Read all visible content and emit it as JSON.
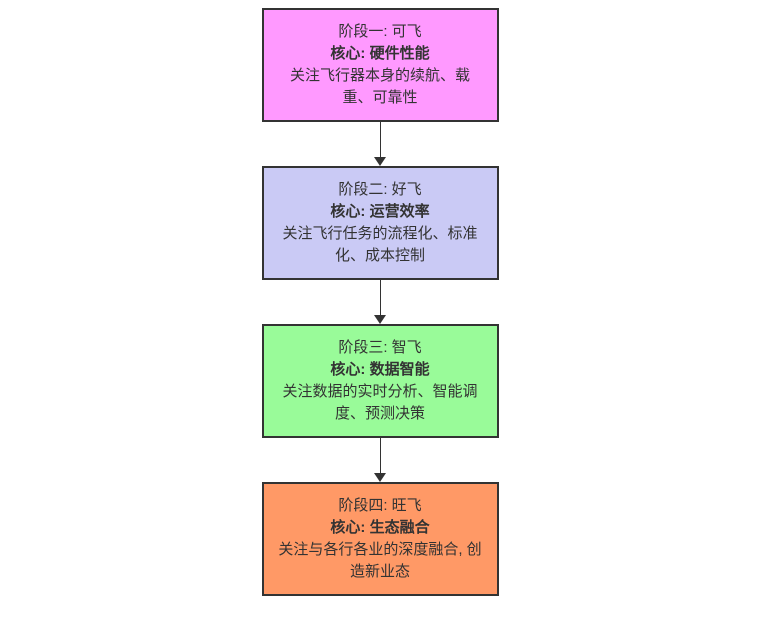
{
  "page": {
    "background_color": "#ffffff"
  },
  "flowchart": {
    "text_color": "#333333",
    "border_color": "#333333",
    "arrow_color": "#333333",
    "stages": [
      {
        "id": "stage-1",
        "title": "阶段一: 可飞",
        "core": "核心: 硬件性能",
        "description": "关注飞行器本身的续航、载重、可靠性",
        "bg_color": "#ff99ff"
      },
      {
        "id": "stage-2",
        "title": "阶段二: 好飞",
        "core": "核心: 运营效率",
        "description": "关注飞行任务的流程化、标准化、成本控制",
        "bg_color": "#cacaf5"
      },
      {
        "id": "stage-3",
        "title": "阶段三: 智飞",
        "core": "核心: 数据智能",
        "description": "关注数据的实时分析、智能调度、预测决策",
        "bg_color": "#99fb99"
      },
      {
        "id": "stage-4",
        "title": "阶段四: 旺飞",
        "core": "核心: 生态融合",
        "description": "关注与各行各业的深度融合, 创造新业态",
        "bg_color": "#ff9966"
      }
    ]
  }
}
